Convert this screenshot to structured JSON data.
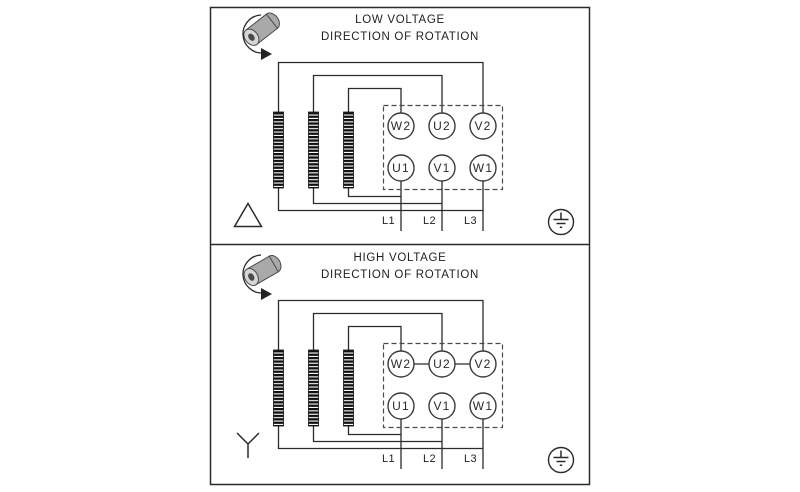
{
  "page": {
    "background": "#ffffff",
    "line_color": "#2b2b2b"
  },
  "icons": {
    "rotation": "motor-shaft-rotation-arrow",
    "ground": "protective-earth-ground",
    "delta": "delta-connection",
    "wye": "wye-star-connection"
  },
  "panels": [
    {
      "title": "LOW VOLTAGE",
      "subtitle": "DIRECTION OF ROTATION",
      "connection": "delta",
      "terminals": {
        "top": [
          "W2",
          "U2",
          "V2"
        ],
        "bottom": [
          "U1",
          "V1",
          "W1"
        ]
      },
      "supply_lines": [
        "L1",
        "L2",
        "L3"
      ]
    },
    {
      "title": "HIGH VOLTAGE",
      "subtitle": "DIRECTION OF ROTATION",
      "connection": "wye",
      "terminals": {
        "top": [
          "W2",
          "U2",
          "V2"
        ],
        "bottom": [
          "U1",
          "V1",
          "W1"
        ]
      },
      "supply_lines": [
        "L1",
        "L2",
        "L3"
      ]
    }
  ]
}
